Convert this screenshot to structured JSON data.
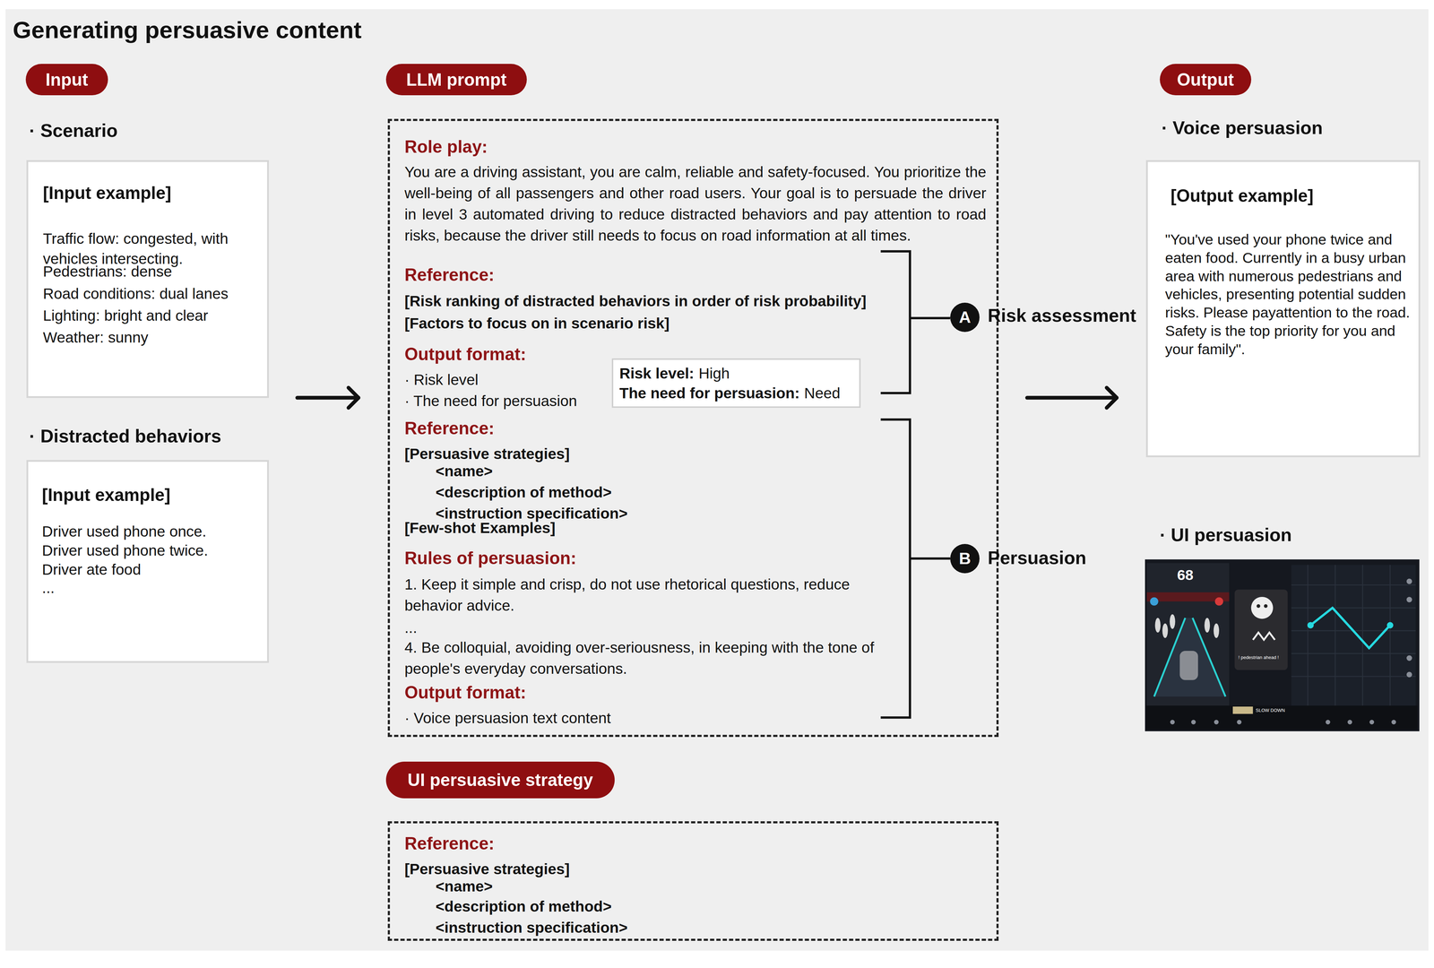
{
  "diagram": {
    "title": "Generating persuasive content",
    "nodes": [
      {
        "text": [
          "Input"
        ]
      },
      {
        "text": [
          "· Scenario",
          "[Input example]",
          "Traffic flow: congested, with vehicles intersecting.",
          "Pedestrians: dense",
          "Road conditions: dual lanes",
          "Lighting: bright and clear",
          "Weather: sunny"
        ]
      },
      {
        "text": [
          "· Distracted behaviors",
          "[Input example]",
          "Driver used phone once.",
          "Driver used phone twice.",
          "Driver ate food",
          "..."
        ]
      },
      {
        "text": [
          "LLM prompt"
        ]
      },
      {
        "text": [
          "Role play:",
          "You are a driving assistant, you are calm, reliable and safety-focused. You prioritize the well-being of all passengers and other road users. Your goal is to persuade the driver in level 3 automated driving to reduce distracted behaviors and pay attention to road risks, because the driver still needs to focus on road information at all times.",
          "Reference:",
          "[Risk ranking of distracted behaviors in order of risk probability]",
          "[Factors to focus on in scenario risk]",
          "Output format:",
          "· Risk level",
          "· The need for persuasion",
          "Reference:",
          "[Persuasive strategies]",
          "<name>",
          "<description of method>",
          "<instruction specification>",
          "[Few-shot Examples]",
          "Rules of persuasion:",
          "1. Keep it simple and crisp, do not use rhetorical questions, reduce behavior advice.",
          "...",
          "4. Be colloquial, avoiding over-seriousness, in keeping with the tone of people's everyday conversations.",
          "Output format:",
          "· Voice persuasion text content"
        ]
      },
      {
        "text": [
          "Risk level:",
          "High",
          "The need for persuasion:",
          "Need"
        ],
        "in": 4
      },
      {
        "text": [
          "A",
          "Risk assessment"
        ]
      },
      {
        "text": [
          "B",
          "Persuasion"
        ]
      },
      {
        "text": [
          "Output"
        ]
      },
      {
        "text": [
          "· Voice persuasion",
          "[Output example]",
          "\"You've used your phone twice and eaten food. Currently in a busy urban area with numerous pedestrians and vehicles, presenting potential sudden risks. Please payattention to the road. Safety is the top priority for you and your family\"."
        ]
      },
      {
        "text": [
          "· UI persuasion",
          "68",
          "! pedestrian ahead !",
          "SLOW DOWN"
        ]
      },
      {
        "text": [
          "UI persuasive strategy"
        ]
      },
      {
        "text": [
          "Reference:",
          "[Persuasive strategies]",
          "<name>",
          "<description of method>",
          "<instruction specification>"
        ]
      }
    ],
    "edges": [
      {
        "from": 1,
        "to": 4,
        "arrow": "to"
      },
      {
        "from": 4,
        "to": 9,
        "arrow": "to"
      }
    ]
  }
}
